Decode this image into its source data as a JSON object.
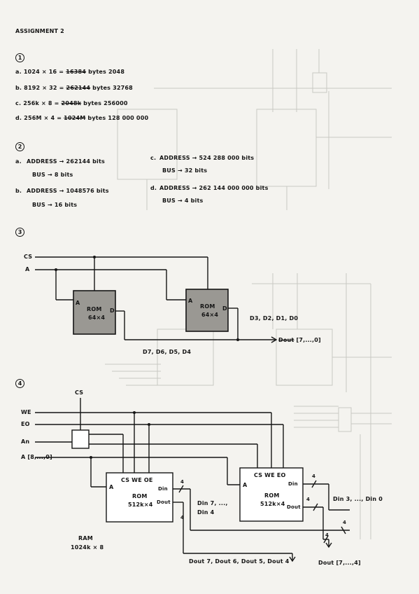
{
  "header": {
    "title": "ASSIGNMENT 2"
  },
  "q1": {
    "number": "1",
    "lines": [
      {
        "label": "a.",
        "expr": "1024 × 16 =",
        "struck": "16384",
        "unit": "bytes",
        "answer": "2048"
      },
      {
        "label": "b.",
        "expr": "8192 × 32 =",
        "struck": "262144",
        "unit": "bytes",
        "answer": "32768"
      },
      {
        "label": "c.",
        "expr": "256k × 8 =",
        "struck": "2048k",
        "unit": "bytes",
        "answer": "256000"
      },
      {
        "label": "d.",
        "expr": "256M × 4 =",
        "struck": "1024M",
        "unit": "bytes",
        "answer": "128 000 000"
      }
    ]
  },
  "q2": {
    "number": "2",
    "a": {
      "label": "a.",
      "address": "ADDRESS → 262144 bits",
      "bus": "BUS → 8 bits"
    },
    "b": {
      "label": "b.",
      "address": "ADDRESS → 1048576 bits",
      "bus": "BUS → 16 bits"
    },
    "c": {
      "label": "c.",
      "address": "ADDRESS → 524 288 000 bits",
      "bus": "BUS → 32 bits"
    },
    "d": {
      "label": "d.",
      "address": "ADDRESS → 262 144 000 000 bits",
      "bus": "BUS → 4 bits"
    }
  },
  "q3": {
    "number": "3",
    "cs": "CS",
    "a": "A",
    "rom1": {
      "pin_a": "A",
      "name": "ROM",
      "size": "64×4",
      "pin_d": "D"
    },
    "rom2": {
      "pin_a": "A",
      "name": "ROM",
      "size": "64×4",
      "pin_d": "D"
    },
    "d_low": "D3, D2, D1, D0",
    "d_high": "D7, D6, D5, D4",
    "dout_struck": "Dout",
    "dout_bus": "[7,...,0]"
  },
  "q4": {
    "number": "4",
    "cs": "CS",
    "we": "WE",
    "eo": "EO",
    "an": "An",
    "a_bus": "A [8,...,0]",
    "chip1": {
      "pins": "CS WE OE",
      "pin_a": "A",
      "din": "Din",
      "dout": "Dout",
      "name": "ROM",
      "size": "512k×4"
    },
    "chip2": {
      "pins": "CS WE EO",
      "pin_a": "A",
      "din": "Din",
      "dout": "Dout",
      "name": "ROM",
      "size": "512k×4"
    },
    "width": "4",
    "din_upper": "Din 7, ...,",
    "din_upper2": "Din 4",
    "din_lower": "Din 3, ..., Din 0",
    "dout_upper": "Dout 7, Dout 6, Dout 5, Dout 4",
    "dout_lower": "Dout [7,...,4]",
    "ram_label": "RAM",
    "ram_size": "1024k × 8"
  },
  "colors": {
    "ink": "#151515",
    "paper": "#f4f3ef",
    "chip_shade": "#9a9893",
    "ghost": "#c9c8c3"
  }
}
